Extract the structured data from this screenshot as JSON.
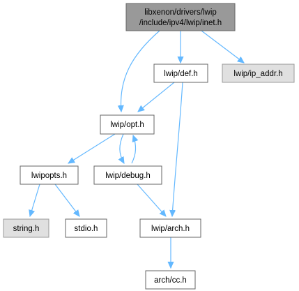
{
  "colors": {
    "edge": "#63b8ff",
    "node_border": "#666666",
    "root_fill": "#999999",
    "external_fill": "#e0e0e0",
    "node_fill": "#ffffff"
  },
  "nodes": {
    "root": {
      "line1": "libxenon/drivers/lwip",
      "line2": "/include/ipv4/lwip/inet.h"
    },
    "def": {
      "label": "lwip/def.h"
    },
    "ip_addr": {
      "label": "lwip/ip_addr.h"
    },
    "opt": {
      "label": "lwip/opt.h"
    },
    "lwipopts": {
      "label": "lwipopts.h"
    },
    "debug": {
      "label": "lwip/debug.h"
    },
    "string": {
      "label": "string.h"
    },
    "stdio": {
      "label": "stdio.h"
    },
    "arch": {
      "label": "lwip/arch.h"
    },
    "cc": {
      "label": "arch/cc.h"
    }
  }
}
